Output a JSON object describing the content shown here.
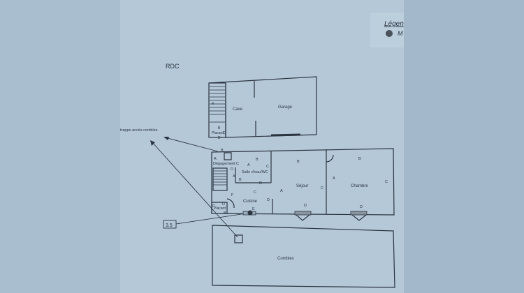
{
  "plan": {
    "level_title": "RDC",
    "legend_title": "Légen",
    "legend_item": "M",
    "annotation_hatch": "trappe accès combles",
    "annotation_box": "3.5",
    "upper_block": {
      "rooms": [
        "Cave",
        "Garage",
        "Placard"
      ],
      "letters": [
        "B",
        "C",
        "A",
        "D"
      ]
    },
    "main_block": {
      "rooms": [
        "Dégagement",
        "Salle d'eau/WC",
        "Séjour",
        "Chambre",
        "Cuisine",
        "Placard"
      ],
      "letters": {
        "degagement": [
          "A",
          "C",
          "B",
          "D"
        ],
        "salle_eau": [
          "A",
          "B",
          "C",
          "D"
        ],
        "sejour": [
          "A",
          "B",
          "C",
          "D"
        ],
        "chambre": [
          "A",
          "B",
          "C",
          "D"
        ],
        "cuisine": [
          "A",
          "B",
          "C",
          "D",
          "F",
          "E"
        ],
        "placard": [
          "C",
          "D",
          "B"
        ]
      }
    },
    "lower_block": {
      "rooms": [
        "Combles"
      ]
    }
  },
  "colors": {
    "background": "#a9bfd0",
    "paper": "#b4c8d8",
    "ink": "#2b3440"
  }
}
